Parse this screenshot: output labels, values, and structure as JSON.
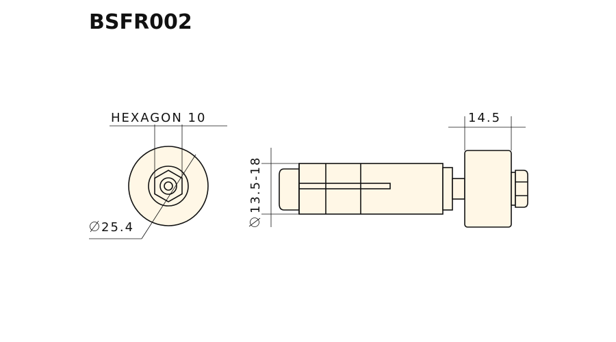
{
  "title": "BSFR002",
  "dimensions": {
    "hexagon": "HEXAGON 10",
    "outer_diameter": "25.4",
    "expander_range": "13.5-18",
    "cap_length": "14.5"
  },
  "colors": {
    "part_fill": "#fff7e6",
    "line": "#111111",
    "background": "#ffffff"
  },
  "icons": {
    "diameter_symbol": "circle-slash-icon"
  }
}
